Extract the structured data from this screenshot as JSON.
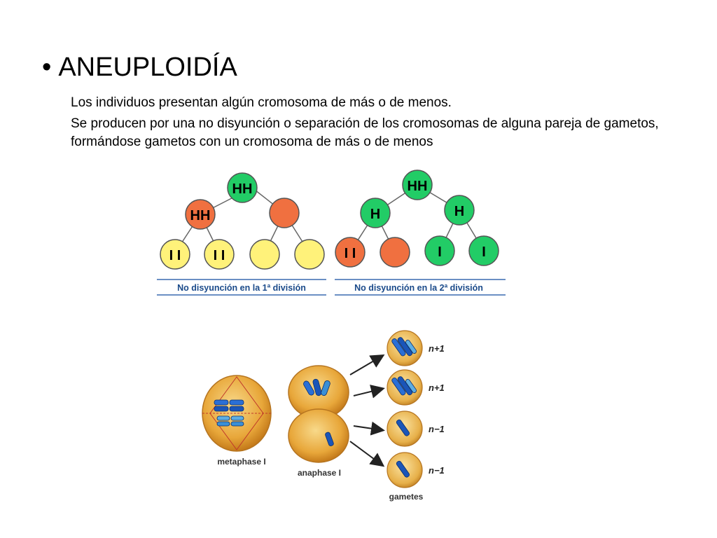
{
  "slide": {
    "bullet": "•",
    "title": "ANEUPLOIDÍA",
    "paragraphs": [
      "Los individuos presentan algún cromosoma de más o de menos.",
      "Se producen por una no disyunción o separación de los cromosomas de alguna pareja de gametos, formándose gametos  con un cromosoma de más o de menos"
    ]
  },
  "diagram_trees": [
    {
      "caption": "No disyunción en la 1ª división",
      "root": "HH",
      "level2": [
        "HH",
        ""
      ],
      "leaves": [
        "I I",
        "I I",
        "",
        ""
      ]
    },
    {
      "caption": "No disyunción en la 2ª división",
      "root": "HH",
      "level2": [
        "H",
        "H"
      ],
      "leaves": [
        "I I",
        "",
        "I",
        "I"
      ]
    }
  ],
  "meiosis_figure": {
    "stage_labels": [
      "metaphase I",
      "anaphase I"
    ],
    "gamete_labels": [
      "n+1",
      "n+1",
      "n−1",
      "n−1"
    ],
    "gametes_label": "gametes"
  },
  "colors": {
    "green": "#22cc66",
    "orange": "#f07040",
    "yellow": "#fff27a",
    "caption_text": "#1a4a8a",
    "caption_line": "#3a6ab0",
    "cell": "#e8a73a",
    "chromosome_blue": "#2a6fd6"
  }
}
